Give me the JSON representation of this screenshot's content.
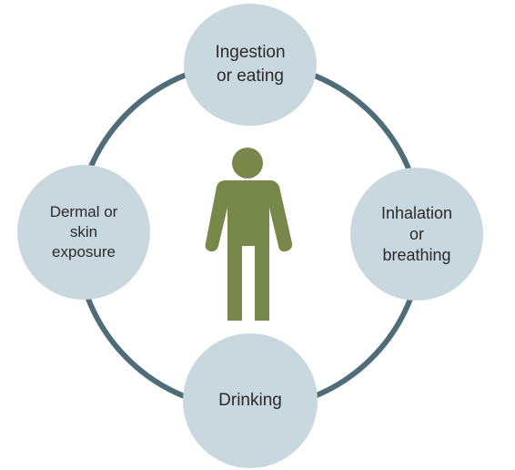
{
  "nodes": {
    "top": "Ingestion\nor eating",
    "right": "Inhalation\nor\nbreathing",
    "bottom": "Drinking",
    "left": "Dermal or\nskin\nexposure"
  },
  "colors": {
    "node_fill": "#c9d7df",
    "ring": "#4f6d78",
    "figure": "#78884a",
    "text": "#2b2b2b"
  },
  "icons": {
    "center": "person-icon"
  }
}
